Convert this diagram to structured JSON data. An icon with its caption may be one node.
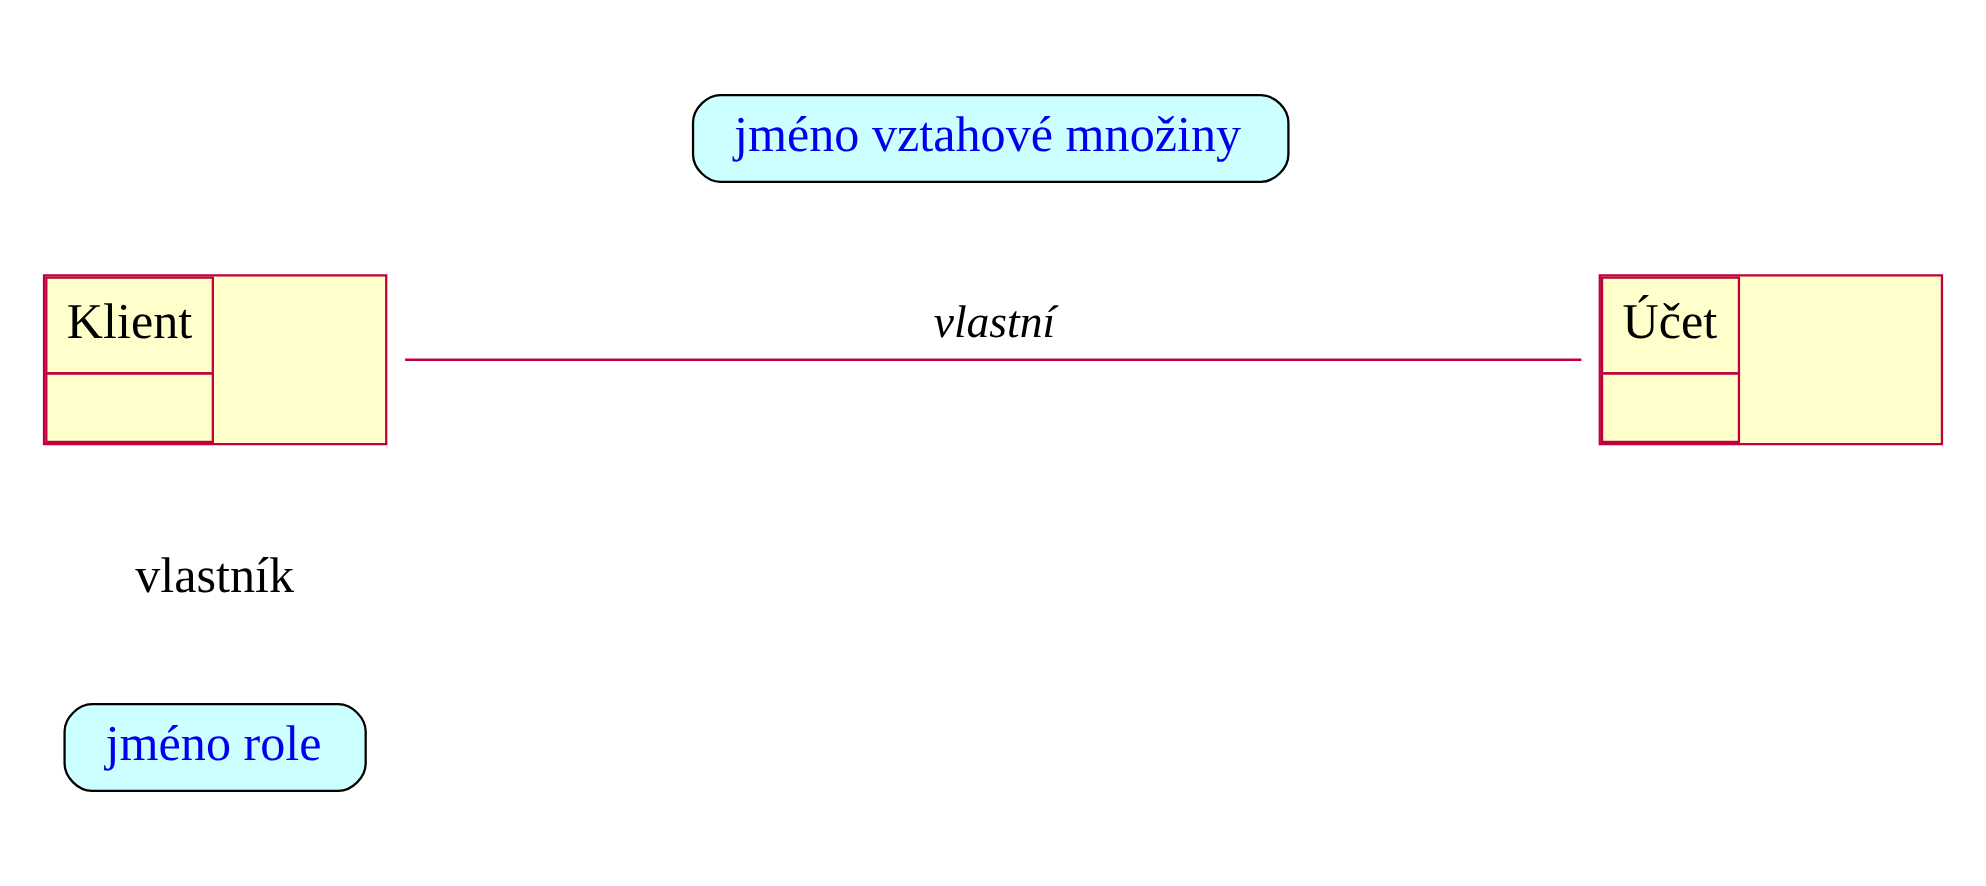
{
  "diagram": {
    "nodes": [
      {
        "text": [
          "Klient"
        ]
      },
      {
        "text": [
          "Účet"
        ]
      },
      {
        "text": [
          "jméno vztahové množiny"
        ]
      },
      {
        "text": [
          "jméno role"
        ]
      }
    ],
    "edges": [
      {
        "from": 0,
        "to": 1,
        "arrow": "none",
        "label": "vlastní"
      }
    ],
    "labels": [
      "vlastník"
    ]
  }
}
